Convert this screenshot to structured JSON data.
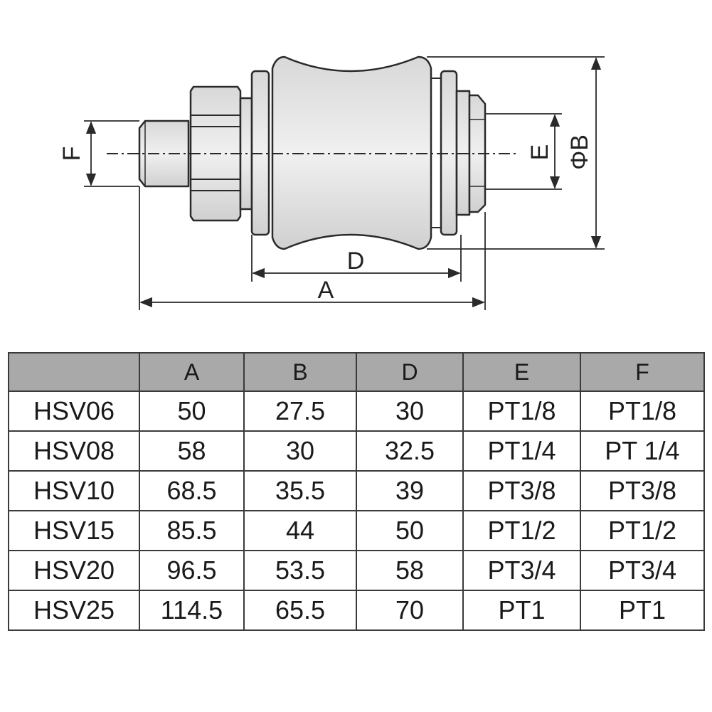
{
  "diagram": {
    "dimension_labels": {
      "A": "A",
      "B": "ΦB",
      "D": "D",
      "E": "E",
      "F": "F"
    }
  },
  "table": {
    "columns": [
      "",
      "A",
      "B",
      "D",
      "E",
      "F"
    ],
    "rows": [
      [
        "HSV06",
        "50",
        "27.5",
        "30",
        "PT1/8",
        "PT1/8"
      ],
      [
        "HSV08",
        "58",
        "30",
        "32.5",
        "PT1/4",
        "PT 1/4"
      ],
      [
        "HSV10",
        "68.5",
        "35.5",
        "39",
        "PT3/8",
        "PT3/8"
      ],
      [
        "HSV15",
        "85.5",
        "44",
        "50",
        "PT1/2",
        "PT1/2"
      ],
      [
        "HSV20",
        "96.5",
        "53.5",
        "58",
        "PT3/4",
        "PT3/4"
      ],
      [
        "HSV25",
        "114.5",
        "65.5",
        "70",
        "PT1",
        "PT1"
      ]
    ]
  },
  "colors": {
    "part_fill": "#e0e0e0",
    "line": "#2a2a2a",
    "header_fill": "#a9a9a9"
  }
}
